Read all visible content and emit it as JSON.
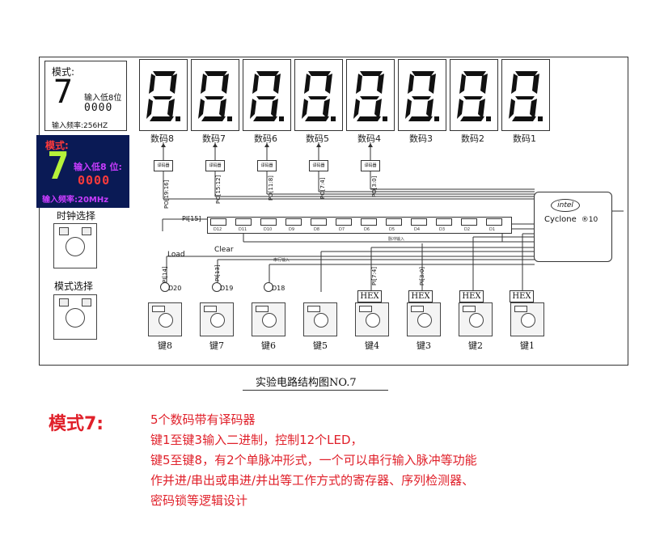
{
  "mode_panel": {
    "title": "模式:",
    "digit": "7",
    "input_label": "输入低8位",
    "digits": "0000",
    "freq_label": "输入频率:",
    "freq_value": "256HZ"
  },
  "mode_panel_lcd": {
    "title": "模式:",
    "digit": "7",
    "input_label": "输入低8 位:",
    "digits": "0000",
    "freq_label": "输入频率:",
    "freq_value": "20MHz"
  },
  "colors": {
    "lcd_bg": "#0a1a55",
    "lcd_digit": "#b6f23a",
    "lcd_title": "#ff3b3b",
    "lcd_label": "#c83cff",
    "accent_red": "#e0202a"
  },
  "displays": [
    {
      "label": "数码8"
    },
    {
      "label": "数码7"
    },
    {
      "label": "数码6"
    },
    {
      "label": "数码5"
    },
    {
      "label": "数码4"
    },
    {
      "label": "数码3"
    },
    {
      "label": "数码2"
    },
    {
      "label": "数码1"
    }
  ],
  "decoder_label": "译码器",
  "po_labels": [
    "PO[19:16]",
    "PO[15:12]",
    "PO[11:8]",
    "PO[7:4]",
    "PO[3:0]"
  ],
  "pi15": "PI[15]",
  "led_labels": [
    "D12",
    "D11",
    "D10",
    "D9",
    "D8",
    "D7",
    "D6",
    "D5",
    "D4",
    "D3",
    "D2",
    "D1"
  ],
  "led_caption": "脉冲输入",
  "serial_caption": "串行输入",
  "chip": {
    "brand": "intel",
    "name": "Cyclone",
    "suffix": "®10"
  },
  "clock_select": "时钟选择",
  "mode_select": "模式选择",
  "load": "Load",
  "clear": "Clear",
  "pi14": "PI[14]",
  "pi13": "PI[13]",
  "pi74": "PI[7:4]",
  "pi30": "PI[3:0]",
  "leds": [
    "D20",
    "D19",
    "D18"
  ],
  "hex": "HEX",
  "keys": [
    "键8",
    "键7",
    "键6",
    "键5",
    "键4",
    "键3",
    "键2",
    "键1"
  ],
  "caption": "实验电路结构图NO.7",
  "mode_title": "模式7:",
  "description": [
    "5个数码带有译码器",
    "键1至键3输入二进制，控制12个LED，",
    "键5至键8，有2个单脉冲形式，一个可以串行输入脉冲等功能",
    "作并进/串出或串进/并出等工作方式的寄存器、序列检测器、",
    "密码锁等逻辑设计"
  ]
}
